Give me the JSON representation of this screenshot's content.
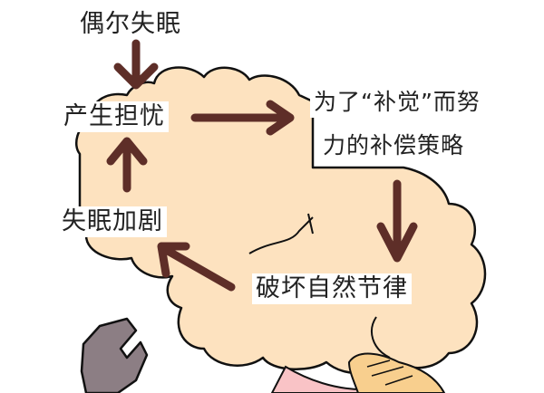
{
  "diagram": {
    "title": "Insomnia vicious cycle",
    "colors": {
      "cloud_fill": "#fde2bf",
      "cloud_outline": "#111111",
      "arrow": "#5e2e28",
      "wrench": "#8c7e84",
      "pink": "#f9c3c6",
      "hand": "#f8cf8e",
      "text": "#222222"
    },
    "nodes": [
      {
        "id": "occasional",
        "label": "偶尔失眠"
      },
      {
        "id": "worry",
        "label": "产生担忧"
      },
      {
        "id": "compensate_line1",
        "label": "为了“补觉”而努"
      },
      {
        "id": "compensate_line2",
        "label": "力的补偿策略"
      },
      {
        "id": "disrupt",
        "label": "破坏自然节律"
      },
      {
        "id": "worsen",
        "label": "失眠加剧"
      }
    ],
    "edges": [
      {
        "from": "偶尔失眠",
        "to": "产生担忧",
        "direction": "down"
      },
      {
        "from": "产生担忧",
        "to": "为了“补觉”而努力的补偿策略",
        "direction": "right"
      },
      {
        "from": "为了“补觉”而努力的补偿策略",
        "to": "破坏自然节律",
        "direction": "down"
      },
      {
        "from": "破坏自然节律",
        "to": "失眠加剧",
        "direction": "up-left"
      },
      {
        "from": "失眠加剧",
        "to": "产生担忧",
        "direction": "up"
      }
    ]
  }
}
